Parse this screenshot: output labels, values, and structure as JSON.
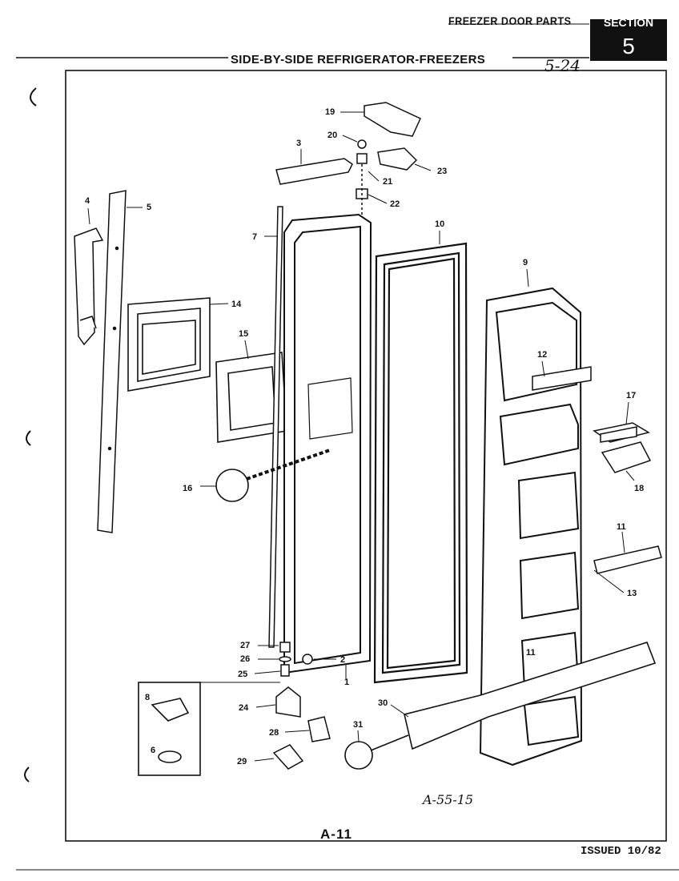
{
  "header": {
    "section_caption": "FREEZER DOOR PARTS",
    "section_label": "SECTION",
    "section_number": "5",
    "title": "SIDE-BY-SIDE REFRIGERATOR-FREEZERS",
    "handwritten_code": "5-24"
  },
  "diagram": {
    "drawing_code": "A-55-15",
    "callouts": [
      "1",
      "2",
      "3",
      "4",
      "5",
      "6",
      "7",
      "8",
      "9",
      "10",
      "11",
      "11",
      "12",
      "13",
      "14",
      "15",
      "16",
      "17",
      "18",
      "19",
      "20",
      "21",
      "22",
      "23",
      "24",
      "25",
      "26",
      "27",
      "28",
      "29",
      "30",
      "31"
    ]
  },
  "footer": {
    "page_code": "A-11",
    "issued": "ISSUED 10/82"
  }
}
